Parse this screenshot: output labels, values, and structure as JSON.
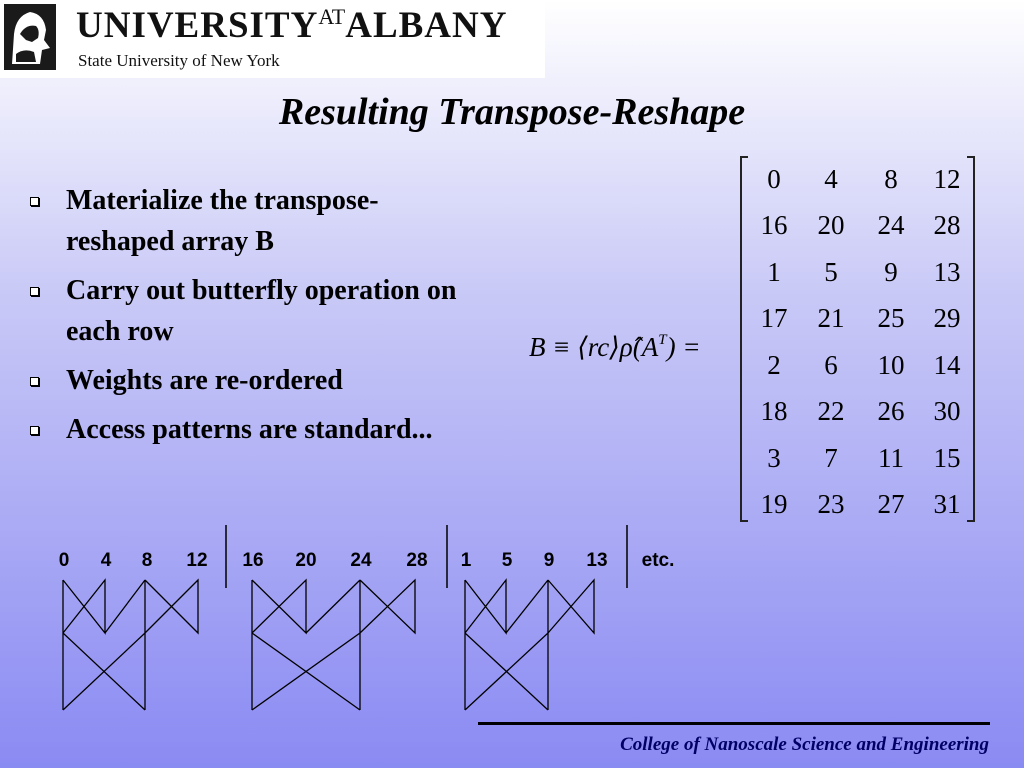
{
  "logo": {
    "name_left": "UNIVERSITY",
    "name_at": "AT",
    "name_right": "ALBANY",
    "subtitle": "State University of New York"
  },
  "title": "Resulting Transpose-Reshape",
  "bullets": [
    "Materialize the transpose-reshaped array B",
    "Carry out butterfly operation on each row",
    "Weights are re-ordered",
    "Access patterns are standard..."
  ],
  "equation": {
    "lhs": "B",
    "equiv": "≡",
    "op": "⟨rc⟩ρ̂(A",
    "sup": "T",
    "close": ") ="
  },
  "matrix": {
    "rows": [
      [
        "0",
        "4",
        "8",
        "12"
      ],
      [
        "16",
        "20",
        "24",
        "28"
      ],
      [
        "1",
        "5",
        "9",
        "13"
      ],
      [
        "17",
        "21",
        "25",
        "29"
      ],
      [
        "2",
        "6",
        "10",
        "14"
      ],
      [
        "18",
        "22",
        "26",
        "30"
      ],
      [
        "3",
        "7",
        "11",
        "15"
      ],
      [
        "19",
        "23",
        "27",
        "31"
      ]
    ]
  },
  "diagram": {
    "groups": [
      [
        "0",
        "4",
        "8",
        "12"
      ],
      [
        "16",
        "20",
        "24",
        "28"
      ],
      [
        "1",
        "5",
        "9",
        "13"
      ]
    ],
    "trailing": "etc."
  },
  "footer": "College of Nanoscale Science and Engineering"
}
